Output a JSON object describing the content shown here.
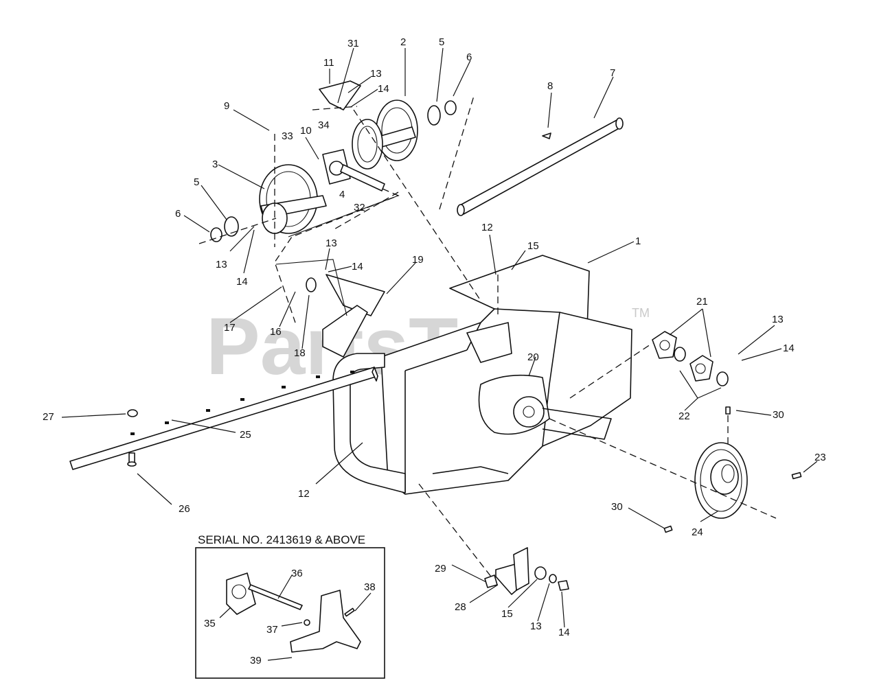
{
  "watermark": {
    "text": "PartsTree",
    "mark": "TM"
  },
  "inset": {
    "title": "SERIAL NO. 2413619 & ABOVE"
  },
  "callouts": {
    "c31": "31",
    "c2": "2",
    "c5a": "5",
    "c6a": "6",
    "c11": "11",
    "c13a": "13",
    "c14a": "14",
    "c7": "7",
    "c8": "8",
    "c9": "9",
    "c33": "33",
    "c10": "10",
    "c34": "34",
    "c3": "3",
    "c4": "4",
    "c32": "32",
    "c5b": "5",
    "c6b": "6",
    "c13b": "13",
    "c14b": "14",
    "c12a": "12",
    "c15a": "15",
    "c1": "1",
    "c13c": "13",
    "c14c": "14",
    "c19": "19",
    "c17": "17",
    "c16": "16",
    "c18": "18",
    "c21": "21",
    "c13d": "13",
    "c14d": "14",
    "c22": "22",
    "c20": "20",
    "c30a": "30",
    "c23": "23",
    "c27": "27",
    "c25": "25",
    "c26": "26",
    "c12b": "12",
    "c30b": "30",
    "c24": "24",
    "c29": "29",
    "c28": "28",
    "c15b": "15",
    "c13e": "13",
    "c14e": "14",
    "c36": "36",
    "c38": "38",
    "c35": "35",
    "c37": "37",
    "c39": "39"
  }
}
